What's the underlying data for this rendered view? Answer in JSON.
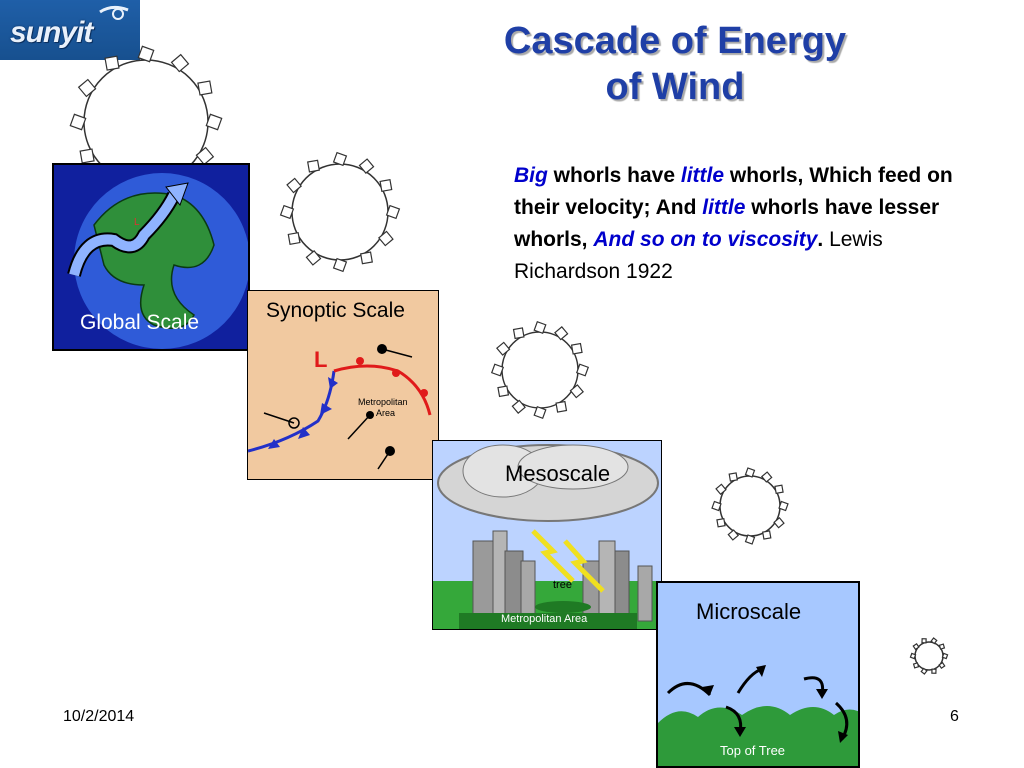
{
  "logo": {
    "text": "sunyit"
  },
  "title": {
    "line1": "Cascade of Energy",
    "line2": "of Wind"
  },
  "quote": {
    "big": "Big",
    "part1": " whorls have ",
    "little1": "little",
    "part2": " whorls, Which feed on their velocity; And ",
    "little2": "little",
    "part3": " whorls have lesser whorls, ",
    "and_so": "And so on to viscosity",
    "period": ".",
    "attribution": " Lewis Richardson 1922"
  },
  "panels": {
    "global": {
      "label": "Global Scale"
    },
    "synoptic": {
      "label": "Synoptic Scale",
      "low_symbol": "L",
      "city_label_1": "Metropolitan",
      "city_label_2": "Area"
    },
    "meso": {
      "label": "Mesoscale",
      "tree_label": "tree",
      "metro_label": "Metropolitan Area"
    },
    "micro": {
      "label": "Microscale",
      "tree_top_label": "Top of Tree"
    }
  },
  "footer": {
    "date": "10/2/2014",
    "page": "6"
  },
  "colors": {
    "title": "#1f3fa6",
    "emphasis": "#0000cc",
    "logo_bg": "#1f5fa8"
  }
}
